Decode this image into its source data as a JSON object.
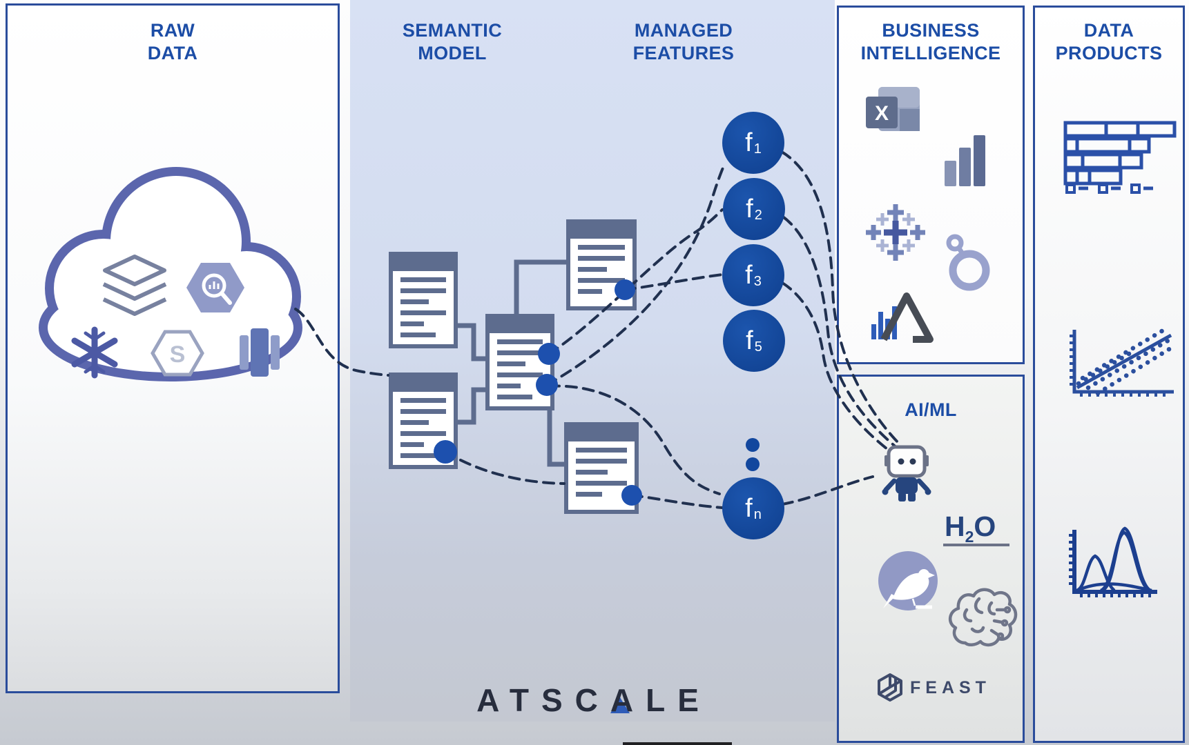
{
  "panels": {
    "raw_data": {
      "title_lines": [
        "RAW",
        "DATA"
      ]
    },
    "semantic_model": {
      "title_lines": [
        "SEMANTIC",
        "MODEL"
      ]
    },
    "managed_features": {
      "title_lines": [
        "MANAGED",
        "FEATURES"
      ]
    },
    "business_intelligence": {
      "title_lines": [
        "BUSINESS",
        "INTELLIGENCE"
      ]
    },
    "ai_ml": {
      "title": "AI/ML"
    },
    "data_products": {
      "title_lines": [
        "DATA",
        "PRODUCTS"
      ]
    }
  },
  "features": [
    {
      "label": "f",
      "sub": "1"
    },
    {
      "label": "f",
      "sub": "2"
    },
    {
      "label": "f",
      "sub": "3"
    },
    {
      "label": "f",
      "sub": "5"
    },
    {
      "label": "f",
      "sub": "n"
    }
  ],
  "logos": {
    "excel_letter": "X",
    "starburst_letter": "S",
    "h2o": {
      "h": "H",
      "sub": "2",
      "o": "O"
    },
    "feast": "FEAST",
    "atscale": {
      "left": "ATSC",
      "mid": "A",
      "right": "LE"
    }
  },
  "icons": {
    "raw_data_cloud": "cloud-icon",
    "raw_data_sources": [
      "databricks-icon",
      "bigquery-icon",
      "snowflake-icon",
      "starburst-icon",
      "redshift-icon"
    ],
    "semantic_model": [
      "document-icon"
    ],
    "business_intelligence": [
      "excel-icon",
      "powerbi-icon",
      "tableau-icon",
      "looker-icon",
      "analytics-chart-icon"
    ],
    "ai_ml": [
      "robot-icon",
      "h2o-logo",
      "bird-icon",
      "brain-circuit-icon",
      "feast-logo-icon"
    ],
    "data_products": [
      "gantt-bar-chart-icon",
      "scatter-plot-icon",
      "distribution-curves-icon"
    ]
  },
  "colors": {
    "title_blue": "#1c4da6",
    "panel_border": "#2a4c9b",
    "feature_blue": "#12479e",
    "doc_gray": "#5d6c8e",
    "dash_navy": "#20304f",
    "dot_blue": "#1d50ae",
    "cloud_indigo": "#5b66ad",
    "logo_navy": "#272d3d",
    "aiml_navy": "#26457e",
    "atscale_triangle": "#2f5cb8"
  }
}
